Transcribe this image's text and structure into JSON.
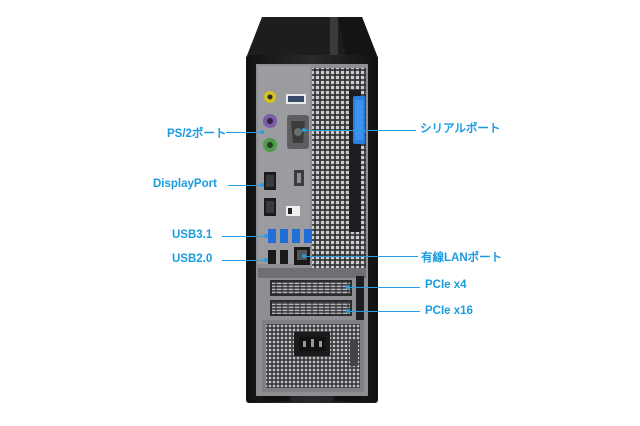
{
  "callouts": {
    "ps2": "PS/2ポート",
    "displayport": "DisplayPort",
    "usb31": "USB3.1",
    "usb20": "USB2.0",
    "serial": "シリアルポート",
    "lan": "有線LANポート",
    "pcie_x4": "PCIe x4",
    "pcie_x16": "PCIe x16"
  },
  "colors": {
    "accent": "#1a9be0",
    "chassis": "#1c1c1e",
    "panel": "#8d8f92",
    "usb31_blue": "#1f6fd6",
    "ps2_purple": "#7c5ca6",
    "ps2_green": "#4f9a49",
    "audio_yellow": "#d8c21f"
  }
}
